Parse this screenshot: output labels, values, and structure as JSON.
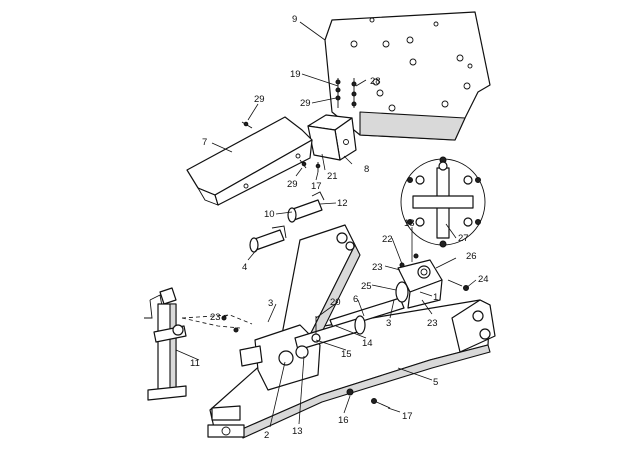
{
  "callouts": {
    "c1": "1",
    "c2": "2",
    "c3a": "3",
    "c3b": "3",
    "c4": "4",
    "c5": "5",
    "c6": "6",
    "c7": "7",
    "c8": "8",
    "c9": "9",
    "c10": "10",
    "c11": "11",
    "c12": "12",
    "c13": "13",
    "c14": "14",
    "c15": "15",
    "c16": "16",
    "c17a": "17",
    "c17b": "17",
    "c18": "18",
    "c19": "19",
    "c20": "20",
    "c21": "21",
    "c22": "22",
    "c23a": "23",
    "c23b": "23",
    "c23c": "23",
    "c24": "24",
    "c25": "25",
    "c26": "26",
    "c27": "27",
    "c28": "28",
    "c29a": "29",
    "c29b": "29",
    "c29c": "29"
  }
}
